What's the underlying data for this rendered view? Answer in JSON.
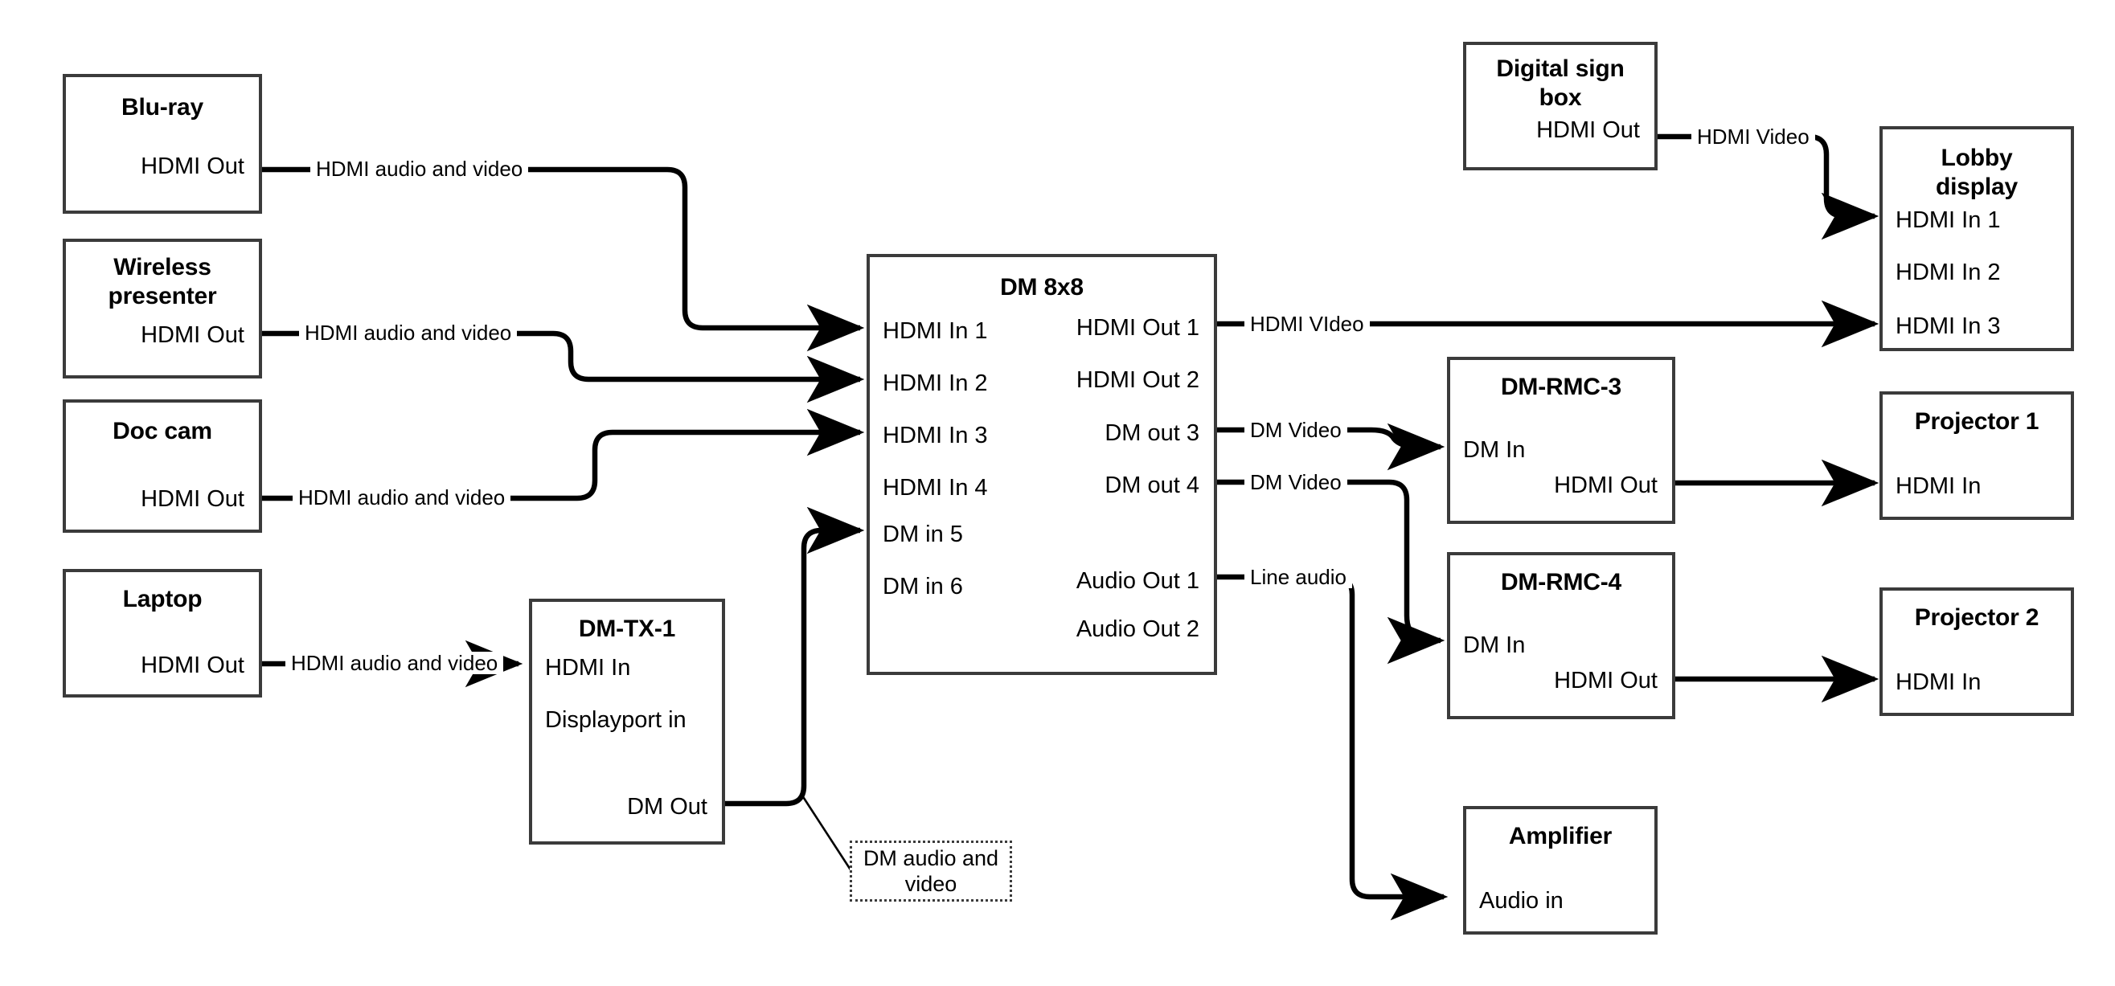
{
  "diagram": {
    "title": "AV signal flow diagram",
    "colors": {
      "box_border": "#3b3b3b",
      "wire": "#000000",
      "background": "#ffffff"
    }
  },
  "nodes": [
    {
      "id": "blu-ray",
      "title": "Blu-ray",
      "ports": [
        {
          "label": "HDMI Out",
          "side": "right"
        }
      ]
    },
    {
      "id": "wireless-presenter",
      "title": "Wireless presenter",
      "title_line1": "Wireless",
      "title_line2": "presenter",
      "ports": [
        {
          "label": "HDMI Out",
          "side": "right"
        }
      ]
    },
    {
      "id": "doc-cam",
      "title": "Doc cam",
      "ports": [
        {
          "label": "HDMI Out",
          "side": "right"
        }
      ]
    },
    {
      "id": "laptop",
      "title": "Laptop",
      "ports": [
        {
          "label": "HDMI Out",
          "side": "right"
        }
      ]
    },
    {
      "id": "dm-tx-1",
      "title": "DM-TX-1",
      "ports": [
        {
          "label": "HDMI In",
          "side": "left"
        },
        {
          "label": "Displayport in",
          "side": "left"
        },
        {
          "label": "DM Out",
          "side": "right"
        }
      ]
    },
    {
      "id": "dm-8x8",
      "title": "DM 8x8",
      "inputs": [
        "HDMI In 1",
        "HDMI In 2",
        "HDMI In 3",
        "HDMI In 4",
        "DM in 5",
        "DM in 6"
      ],
      "outputs": [
        "HDMI Out 1",
        "HDMI Out 2",
        "DM out 3",
        "DM out 4",
        "Audio Out 1",
        "Audio Out 2"
      ]
    },
    {
      "id": "digital-sign-box",
      "title": "Digital sign box",
      "title_line1": "Digital sign",
      "title_line2": "box",
      "ports": [
        {
          "label": "HDMI Out",
          "side": "right"
        }
      ]
    },
    {
      "id": "lobby-display",
      "title": "Lobby display",
      "title_line1": "Lobby",
      "title_line2": "display",
      "ports": [
        {
          "label": "HDMI In 1",
          "side": "left"
        },
        {
          "label": "HDMI In 2",
          "side": "left"
        },
        {
          "label": "HDMI In 3",
          "side": "left"
        }
      ]
    },
    {
      "id": "dm-rmc-3",
      "title": "DM-RMC-3",
      "ports": [
        {
          "label": "DM In",
          "side": "left"
        },
        {
          "label": "HDMI Out",
          "side": "right"
        }
      ]
    },
    {
      "id": "dm-rmc-4",
      "title": "DM-RMC-4",
      "ports": [
        {
          "label": "DM In",
          "side": "left"
        },
        {
          "label": "HDMI Out",
          "side": "right"
        }
      ]
    },
    {
      "id": "projector-1",
      "title": "Projector 1",
      "ports": [
        {
          "label": "HDMI In",
          "side": "left"
        }
      ]
    },
    {
      "id": "projector-2",
      "title": "Projector 2",
      "ports": [
        {
          "label": "HDMI In",
          "side": "left"
        }
      ]
    },
    {
      "id": "amplifier",
      "title": "Amplifier",
      "ports": [
        {
          "label": "Audio in",
          "side": "left"
        }
      ]
    }
  ],
  "connections": [
    {
      "id": "bluray-to-in1",
      "label": "HDMI audio and video",
      "from": "blu-ray / HDMI Out",
      "to": "DM 8x8 / HDMI In 1"
    },
    {
      "id": "wireless-to-in2",
      "label": "HDMI audio and video",
      "from": "Wireless presenter / HDMI Out",
      "to": "DM 8x8 / HDMI In 2"
    },
    {
      "id": "doccam-to-in3",
      "label": "HDMI audio and video",
      "from": "Doc cam / HDMI Out",
      "to": "DM 8x8 / HDMI In 3"
    },
    {
      "id": "laptop-to-tx1",
      "label": "HDMI audio and video",
      "from": "Laptop / HDMI Out",
      "to": "DM-TX-1 / HDMI In"
    },
    {
      "id": "tx1-to-in5",
      "label": "DM audio and video",
      "from": "DM-TX-1 / DM Out",
      "to": "DM 8x8 / DM in 5"
    },
    {
      "id": "signbox-to-lobby",
      "label": "HDMI Video",
      "from": "Digital sign box / HDMI Out",
      "to": "Lobby display / HDMI In 1"
    },
    {
      "id": "out1-to-lobby3",
      "label": "HDMI VIdeo",
      "from": "DM 8x8 / HDMI Out 1",
      "to": "Lobby display / HDMI In 3"
    },
    {
      "id": "out3-to-rmc3",
      "label": "DM Video",
      "from": "DM 8x8 / DM out 3",
      "to": "DM-RMC-3 / DM In"
    },
    {
      "id": "out4-to-rmc4",
      "label": "DM Video",
      "from": "DM 8x8 / DM out 4",
      "to": "DM-RMC-4 / DM In"
    },
    {
      "id": "rmc3-to-proj1",
      "label": "",
      "from": "DM-RMC-3 / HDMI Out",
      "to": "Projector 1 / HDMI In"
    },
    {
      "id": "rmc4-to-proj2",
      "label": "",
      "from": "DM-RMC-4 / HDMI Out",
      "to": "Projector 2 / HDMI In"
    },
    {
      "id": "audio1-to-amp",
      "label": "Line audio",
      "from": "DM 8x8 / Audio Out 1",
      "to": "Amplifier / Audio in"
    }
  ],
  "callout": {
    "text": "DM audio and video",
    "line1": "DM audio and",
    "line2": "video"
  }
}
